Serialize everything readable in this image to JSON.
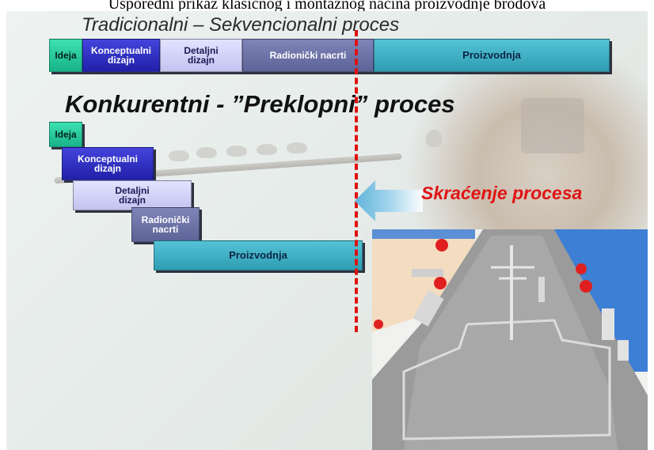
{
  "header": {
    "caption": "Usporedni prikaz klasičnog i montažnog načina proizvodnje brodova"
  },
  "traditional": {
    "title": "Tradicionalni – Sekvencionalni proces",
    "phases": [
      "Ideja",
      "Konceptualni dizajn",
      "Detaljni dizajn",
      "Radionički nacrti",
      "Proizvodnja"
    ]
  },
  "concurrent": {
    "title": "Konkurentni - ”Preklopni” proces",
    "phases": [
      "Ideja",
      "Konceptualni dizajn",
      "Detaljni dizajn",
      "Radionički nacrti",
      "Proizvodnja"
    ]
  },
  "arrow": {
    "label": "Skraćenje procesa",
    "color": "#e01414"
  },
  "colors": {
    "ideja": "#2fd3a4",
    "konceptualni": "#3030c0",
    "detaljni": "#d2d2f8",
    "radionicki": "#6c72a6",
    "proizvodnja": "#3fb0c4",
    "dashed_line": "#e01010"
  }
}
